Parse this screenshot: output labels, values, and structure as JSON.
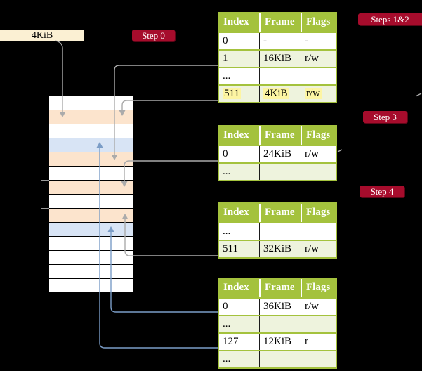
{
  "colors": {
    "green": "#a4c23d",
    "green_light": "#eef3dd",
    "peach": "#fce4cd",
    "blue_row": "#d8e4f5",
    "cream": "#fbf0d3",
    "yellow_highlight": "#fdf5a3",
    "badge_red": "#a60c2c",
    "line_gray": "#ababab",
    "line_blue": "#7b9dc7",
    "tick_gray": "#9a9a9a"
  },
  "frame_box": {
    "label": "4KiB"
  },
  "badges": {
    "step0": {
      "label": "Step 0"
    },
    "steps12": {
      "label": "Steps 1&2"
    },
    "step3": {
      "label": "Step 3"
    },
    "step4": {
      "label": "Step 4"
    }
  },
  "memory": {
    "rows": [
      {
        "color": "white"
      },
      {
        "color": "peach"
      },
      {
        "color": "white"
      },
      {
        "color": "blue"
      },
      {
        "color": "peach"
      },
      {
        "color": "white"
      },
      {
        "color": "peach"
      },
      {
        "color": "white"
      },
      {
        "color": "peach"
      },
      {
        "color": "blue"
      },
      {
        "color": "white"
      },
      {
        "color": "white"
      },
      {
        "color": "white"
      },
      {
        "color": "white"
      }
    ],
    "tick_row_indices": [
      0,
      1,
      2,
      4,
      6,
      8
    ]
  },
  "tables": [
    {
      "id": "table-steps-1-2",
      "headers": [
        "Index",
        "Frame",
        "Flags"
      ],
      "rows": [
        {
          "cells": [
            "0",
            "-",
            "-"
          ],
          "shade": false,
          "highlight": false
        },
        {
          "cells": [
            "1",
            "16KiB",
            "r/w"
          ],
          "shade": true,
          "highlight": false
        },
        {
          "cells": [
            "...",
            "",
            ""
          ],
          "shade": false,
          "highlight": false
        },
        {
          "cells": [
            "511",
            "4KiB",
            "r/w"
          ],
          "shade": true,
          "highlight": true
        }
      ]
    },
    {
      "id": "table-step-3",
      "headers": [
        "Index",
        "Frame",
        "Flags"
      ],
      "rows": [
        {
          "cells": [
            "0",
            "24KiB",
            "r/w"
          ],
          "shade": false,
          "highlight": false
        },
        {
          "cells": [
            "...",
            "",
            ""
          ],
          "shade": true,
          "highlight": false
        }
      ]
    },
    {
      "id": "table-step-4",
      "headers": [
        "Index",
        "Frame",
        "Flags"
      ],
      "rows": [
        {
          "cells": [
            "...",
            "",
            ""
          ],
          "shade": false,
          "highlight": false
        },
        {
          "cells": [
            "511",
            "32KiB",
            "r/w"
          ],
          "shade": true,
          "highlight": false
        }
      ]
    },
    {
      "id": "table-final",
      "headers": [
        "Index",
        "Frame",
        "Flags"
      ],
      "rows": [
        {
          "cells": [
            "0",
            "36KiB",
            "r/w"
          ],
          "shade": false,
          "highlight": false
        },
        {
          "cells": [
            "...",
            "",
            ""
          ],
          "shade": true,
          "highlight": false
        },
        {
          "cells": [
            "127",
            "12KiB",
            "r"
          ],
          "shade": false,
          "highlight": false
        },
        {
          "cells": [
            "...",
            "",
            ""
          ],
          "shade": true,
          "highlight": false
        }
      ]
    }
  ]
}
